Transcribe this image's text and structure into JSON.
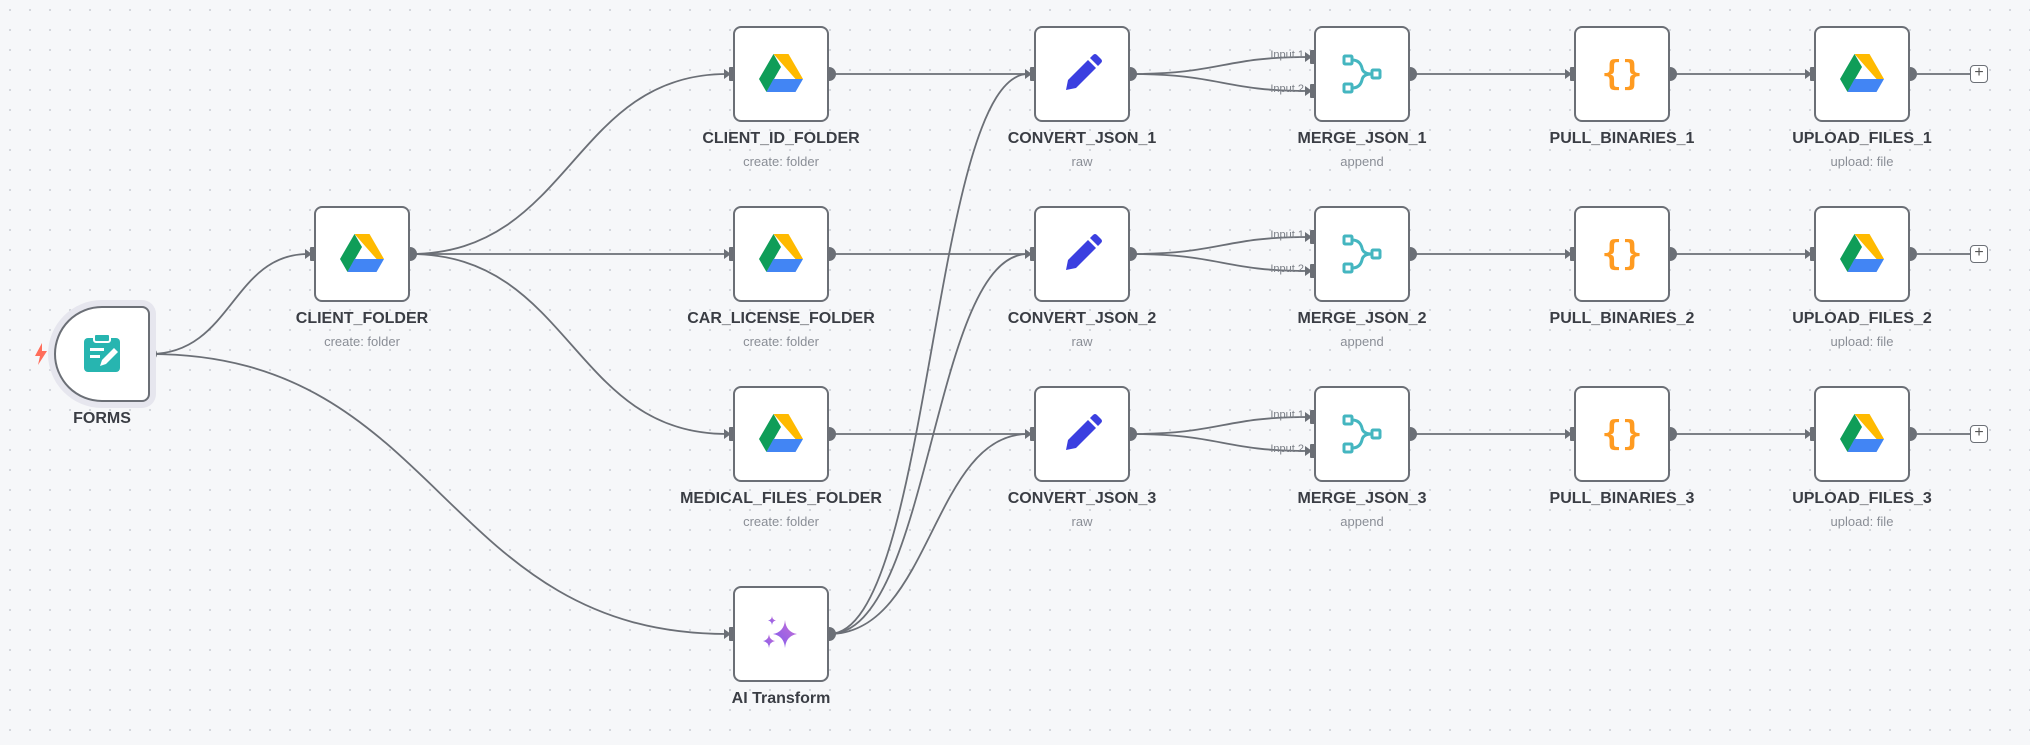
{
  "workflow": {
    "nodes": [
      {
        "id": "forms",
        "label": "FORMS",
        "sublabel": "",
        "icon": "form-trigger-icon"
      },
      {
        "id": "client_folder",
        "label": "CLIENT_FOLDER",
        "sublabel": "create: folder",
        "icon": "google-drive-icon"
      },
      {
        "id": "client_id_folder",
        "label": "CLIENT_ID_FOLDER",
        "sublabel": "create: folder",
        "icon": "google-drive-icon"
      },
      {
        "id": "car_license_folder",
        "label": "CAR_LICENSE_FOLDER",
        "sublabel": "create: folder",
        "icon": "google-drive-icon"
      },
      {
        "id": "medical_files_folder",
        "label": "MEDICAL_FILES_FOLDER",
        "sublabel": "create: folder",
        "icon": "google-drive-icon"
      },
      {
        "id": "ai_transform",
        "label": "AI Transform",
        "sublabel": "",
        "icon": "ai-sparkle-icon"
      },
      {
        "id": "convert_json_1",
        "label": "CONVERT_JSON_1",
        "sublabel": "raw",
        "icon": "pencil-icon"
      },
      {
        "id": "convert_json_2",
        "label": "CONVERT_JSON_2",
        "sublabel": "raw",
        "icon": "pencil-icon"
      },
      {
        "id": "convert_json_3",
        "label": "CONVERT_JSON_3",
        "sublabel": "raw",
        "icon": "pencil-icon"
      },
      {
        "id": "merge_json_1",
        "label": "MERGE_JSON_1",
        "sublabel": "append",
        "icon": "merge-icon"
      },
      {
        "id": "merge_json_2",
        "label": "MERGE_JSON_2",
        "sublabel": "append",
        "icon": "merge-icon"
      },
      {
        "id": "merge_json_3",
        "label": "MERGE_JSON_3",
        "sublabel": "append",
        "icon": "merge-icon"
      },
      {
        "id": "pull_binaries_1",
        "label": "PULL_BINARIES_1",
        "sublabel": "",
        "icon": "code-braces-icon"
      },
      {
        "id": "pull_binaries_2",
        "label": "PULL_BINARIES_2",
        "sublabel": "",
        "icon": "code-braces-icon"
      },
      {
        "id": "pull_binaries_3",
        "label": "PULL_BINARIES_3",
        "sublabel": "",
        "icon": "code-braces-icon"
      },
      {
        "id": "upload_files_1",
        "label": "UPLOAD_FILES_1",
        "sublabel": "upload: file",
        "icon": "google-drive-icon"
      },
      {
        "id": "upload_files_2",
        "label": "UPLOAD_FILES_2",
        "sublabel": "upload: file",
        "icon": "google-drive-icon"
      },
      {
        "id": "upload_files_3",
        "label": "UPLOAD_FILES_3",
        "sublabel": "upload: file",
        "icon": "google-drive-icon"
      }
    ],
    "connections": [
      {
        "from": "forms",
        "to": "client_folder"
      },
      {
        "from": "forms",
        "to": "ai_transform"
      },
      {
        "from": "client_folder",
        "to": "client_id_folder"
      },
      {
        "from": "client_folder",
        "to": "car_license_folder"
      },
      {
        "from": "client_folder",
        "to": "medical_files_folder"
      },
      {
        "from": "client_id_folder",
        "to": "convert_json_1"
      },
      {
        "from": "car_license_folder",
        "to": "convert_json_2"
      },
      {
        "from": "medical_files_folder",
        "to": "convert_json_3"
      },
      {
        "from": "ai_transform",
        "to": "convert_json_1"
      },
      {
        "from": "ai_transform",
        "to": "convert_json_2"
      },
      {
        "from": "ai_transform",
        "to": "convert_json_3"
      },
      {
        "from": "convert_json_1",
        "to": "merge_json_1",
        "input": 1
      },
      {
        "from": "convert_json_2",
        "to": "merge_json_2",
        "input": 1
      },
      {
        "from": "convert_json_3",
        "to": "merge_json_3",
        "input": 1
      },
      {
        "from": "convert_json_1",
        "to": "merge_json_1",
        "input": 2
      },
      {
        "from": "convert_json_2",
        "to": "merge_json_2",
        "input": 2
      },
      {
        "from": "convert_json_3",
        "to": "merge_json_3",
        "input": 2
      },
      {
        "from": "merge_json_1",
        "to": "pull_binaries_1"
      },
      {
        "from": "merge_json_2",
        "to": "pull_binaries_2"
      },
      {
        "from": "merge_json_3",
        "to": "pull_binaries_3"
      },
      {
        "from": "pull_binaries_1",
        "to": "upload_files_1"
      },
      {
        "from": "pull_binaries_2",
        "to": "upload_files_2"
      },
      {
        "from": "pull_binaries_3",
        "to": "upload_files_3"
      }
    ],
    "merge_input_labels": [
      "Input 1",
      "Input 2"
    ],
    "add_button_glyph": "+"
  },
  "colors": {
    "edge": "#6b6f76",
    "node_border": "#6b6f76",
    "trigger_bolt": "#ff6d5a",
    "form_icon": "#27b5b0",
    "pencil_icon": "#3b3fe0",
    "merge_icon": "#44b6c0",
    "code_icon": "#ff9b21",
    "ai_icon_start": "#7e5bef",
    "ai_icon_end": "#c86fd4",
    "drive_green": "#0f9d58",
    "drive_yellow": "#ffba00",
    "drive_blue": "#4285f4"
  }
}
